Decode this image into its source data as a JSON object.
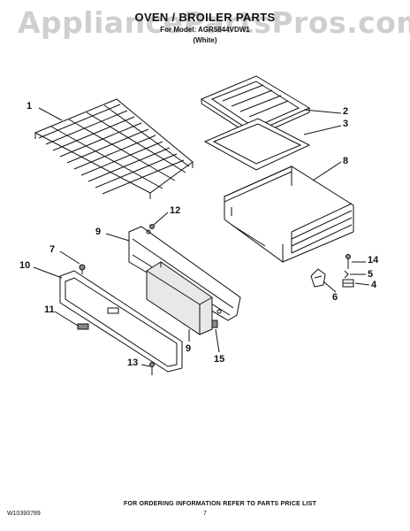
{
  "watermark": "AppliancePartsPros.com",
  "header": {
    "title": "OVEN / BROILER PARTS",
    "subtitle": "For Model: AGR5844VDW1",
    "variant": "(White)"
  },
  "callouts": [
    "1",
    "2",
    "3",
    "4",
    "5",
    "6",
    "7",
    "8",
    "9",
    "9",
    "10",
    "11",
    "12",
    "13",
    "14",
    "15"
  ],
  "footer": {
    "note": "FOR ORDERING INFORMATION REFER TO PARTS PRICE LIST",
    "doc_code": "W10393789",
    "page": "7"
  }
}
